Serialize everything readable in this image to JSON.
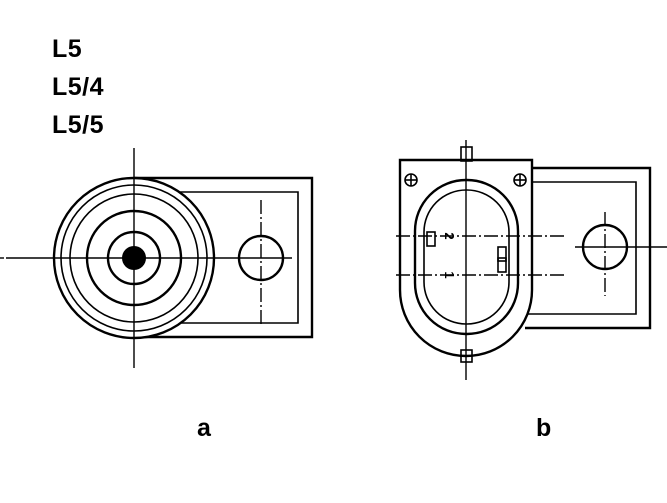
{
  "part_codes": [
    "L5",
    "L5/4",
    "L5/5"
  ],
  "views": {
    "a": {
      "label": "a"
    },
    "b": {
      "label": "b",
      "pin_labels": [
        "2",
        "1"
      ]
    }
  }
}
